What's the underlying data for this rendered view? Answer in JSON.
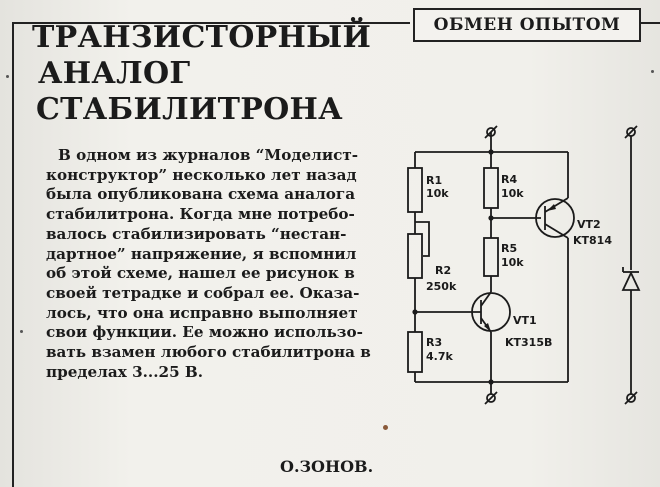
{
  "header": {
    "section": "ОБМЕН ОПЫТОМ"
  },
  "article": {
    "title_lines": [
      "ТРАНЗИСТОРНЫЙ",
      "АНАЛОГ",
      "СТАБИЛИТРОНА"
    ],
    "body_lines": [
      "В одном из журналов “Моделист-",
      "конструктор” несколько лет назад",
      "была опубликована схема аналога",
      "стабилитрона. Когда мне потребо-",
      "валось стабилизировать “нестан-",
      "дартное” напряжение, я вспомнил",
      "об этой схеме, нашел ее рисунок в",
      "своей тетрадке и собрал ее. Оказа-",
      "лось, что она исправно выполняет",
      "свои функции. Ее можно использо-",
      "вать взамен любого стабилитрона в",
      "пределах 3...25 В."
    ],
    "author": "О.ЗОНОВ."
  },
  "schematic": {
    "r1": {
      "name": "R1",
      "value": "10k"
    },
    "r2": {
      "name": "R2",
      "value": "250k"
    },
    "r3": {
      "name": "R3",
      "value": "4.7k"
    },
    "r4": {
      "name": "R4",
      "value": "10k"
    },
    "r5": {
      "name": "R5",
      "value": "10k"
    },
    "vt1": {
      "name": "VT1",
      "part": "KT315B"
    },
    "vt2": {
      "name": "VT2",
      "part": "KT814"
    }
  }
}
